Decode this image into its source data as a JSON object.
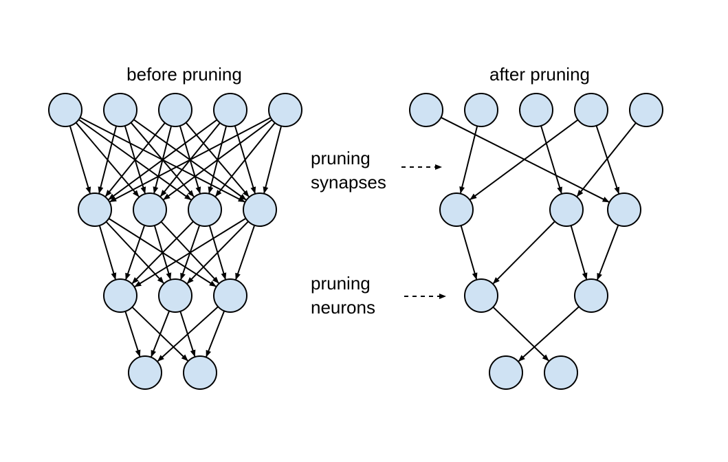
{
  "titles": {
    "before": "before pruning",
    "after": "after pruning"
  },
  "annotations": {
    "synapses_line1": "pruning",
    "synapses_line2": "synapses",
    "neurons_line1": "pruning",
    "neurons_line2": "neurons"
  },
  "colors": {
    "node_fill": "#cfe2f3",
    "stroke": "#000000"
  },
  "networks": {
    "before": {
      "layers": [
        [
          "b0_0",
          "b0_1",
          "b0_2",
          "b0_3",
          "b0_4"
        ],
        [
          "b1_0",
          "b1_1",
          "b1_2",
          "b1_3"
        ],
        [
          "b2_0",
          "b2_1",
          "b2_2"
        ],
        [
          "b3_0",
          "b3_1"
        ]
      ],
      "connectivity": "fully-connected"
    },
    "after": {
      "layers": [
        [
          "a0_0",
          "a0_1",
          "a0_2",
          "a0_3",
          "a0_4"
        ],
        [
          "a1_0",
          "a1_1",
          "a1_2"
        ],
        [
          "a2_0",
          "a2_1"
        ],
        [
          "a3_0",
          "a3_1"
        ]
      ],
      "edges": [
        [
          "a0_0",
          "a1_2"
        ],
        [
          "a0_1",
          "a1_0"
        ],
        [
          "a0_2",
          "a1_1"
        ],
        [
          "a0_3",
          "a1_0"
        ],
        [
          "a0_3",
          "a1_2"
        ],
        [
          "a0_4",
          "a1_1"
        ],
        [
          "a1_0",
          "a2_0"
        ],
        [
          "a1_1",
          "a2_0"
        ],
        [
          "a1_1",
          "a2_1"
        ],
        [
          "a1_2",
          "a2_1"
        ],
        [
          "a2_0",
          "a3_1"
        ],
        [
          "a2_1",
          "a3_0"
        ]
      ]
    }
  }
}
